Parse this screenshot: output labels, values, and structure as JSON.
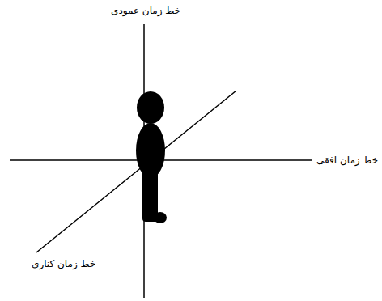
{
  "diagram": {
    "labels": [
      "خط زمان عمودی",
      "خط زمان افقی",
      "خط زمان کناری"
    ]
  }
}
